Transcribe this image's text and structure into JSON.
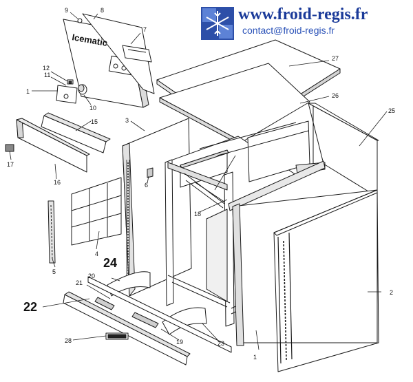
{
  "header": {
    "url": "www.froid-regis.fr",
    "email": "contact@froid-regis.fr"
  },
  "brand_plate_text": "Icematic",
  "callouts": [
    {
      "id": "c1a",
      "label": "1"
    },
    {
      "id": "c1b",
      "label": "1"
    },
    {
      "id": "c2",
      "label": "2"
    },
    {
      "id": "c3",
      "label": "3"
    },
    {
      "id": "c4",
      "label": "4"
    },
    {
      "id": "c5",
      "label": "5"
    },
    {
      "id": "c6",
      "label": "6"
    },
    {
      "id": "c7",
      "label": "7"
    },
    {
      "id": "c8",
      "label": "8"
    },
    {
      "id": "c9",
      "label": "9"
    },
    {
      "id": "c10",
      "label": "10"
    },
    {
      "id": "c11",
      "label": "11"
    },
    {
      "id": "c12",
      "label": "12"
    },
    {
      "id": "c15",
      "label": "15"
    },
    {
      "id": "c16",
      "label": "16"
    },
    {
      "id": "c17",
      "label": "17"
    },
    {
      "id": "c18",
      "label": "18"
    },
    {
      "id": "c19",
      "label": "19"
    },
    {
      "id": "c20",
      "label": "20"
    },
    {
      "id": "c21",
      "label": "21"
    },
    {
      "id": "c22",
      "label": "22"
    },
    {
      "id": "c23",
      "label": "23"
    },
    {
      "id": "c24",
      "label": "24"
    },
    {
      "id": "c25",
      "label": "25"
    },
    {
      "id": "c26",
      "label": "26"
    },
    {
      "id": "c27",
      "label": "27"
    },
    {
      "id": "c28",
      "label": "28"
    }
  ],
  "colors": {
    "line": "#1a1a1a",
    "url": "#1a3a99",
    "email": "#2a52b8",
    "logo_bg": "#2d4fa8"
  }
}
